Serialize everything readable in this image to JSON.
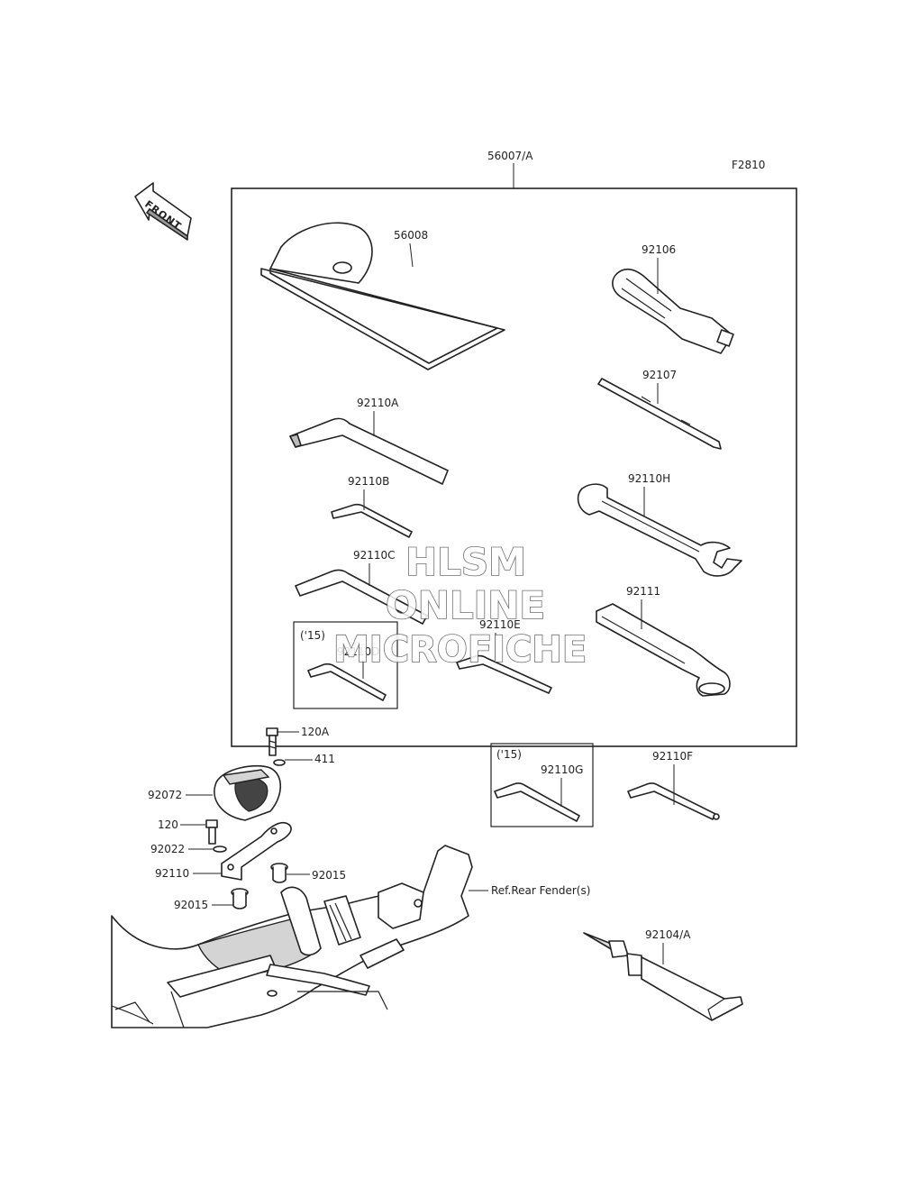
{
  "diagram_code": "F2810",
  "front_label": "FRONT",
  "kit_label": "56007/A",
  "parts": {
    "pouch": "56008",
    "screwdriver_handle": "92106",
    "screwdriver_bit": "92107",
    "hex_wrench_a": "92110A",
    "hex_wrench_b": "92110B",
    "hex_wrench_c": "92110C",
    "hex_wrench_d": "92110D",
    "hex_wrench_e": "92110E",
    "hex_wrench_f": "92110F",
    "hex_wrench_g": "92110G",
    "open_wrench_h": "92110H",
    "extension_bar": "92111",
    "tube_sealant": "92104/A",
    "bolt_120a": "120A",
    "washer_411": "411",
    "cap_92072": "92072",
    "bolt_120": "120",
    "washer_92022": "92022",
    "bracket_92110": "92110",
    "collar_upper": "92015",
    "collar_lower": "92015"
  },
  "year_note_d": "('15)",
  "year_note_g": "('15)",
  "reference_note": "Ref.Rear Fender(s)",
  "watermark": [
    "HLSM",
    "ONLINE",
    "MICROFICHE"
  ],
  "colors": {
    "line": "#222222",
    "shade": "#d4d4d4",
    "background": "#ffffff"
  }
}
